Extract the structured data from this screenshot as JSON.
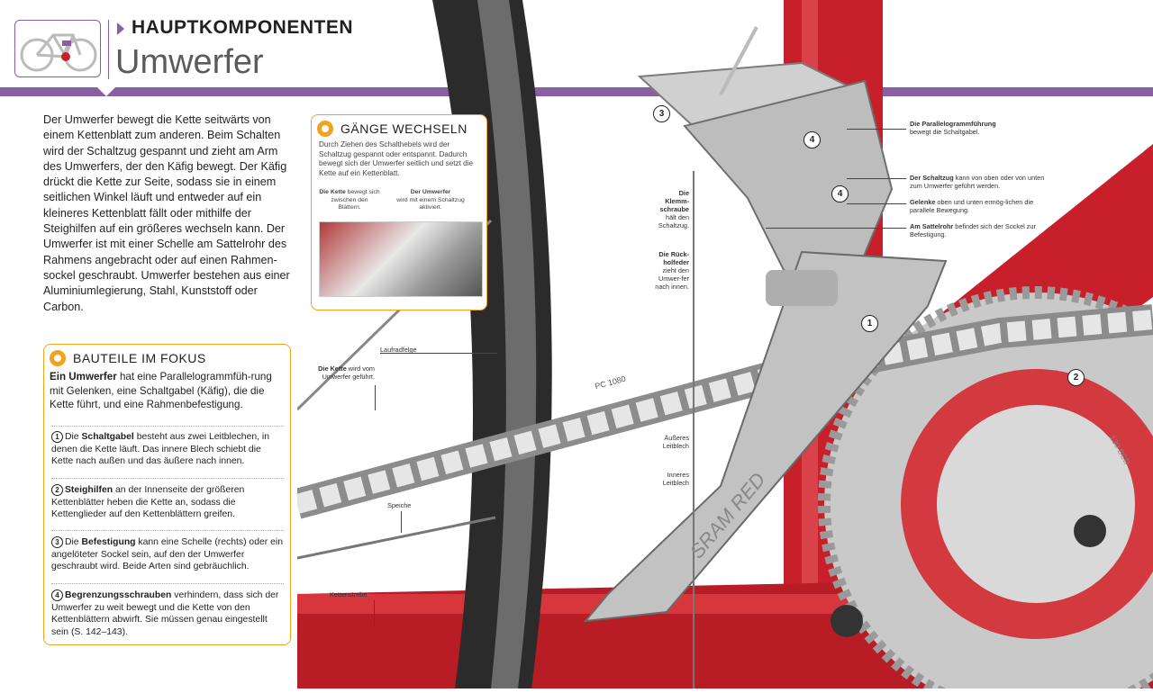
{
  "header": {
    "section_title": "HAUPTKOMPONENTEN",
    "page_title": "Umwerfer"
  },
  "intro": "Der Umwerfer bewegt die Kette seitwärts von einem Kettenblatt zum anderen. Beim Schalten wird der Schaltzug gespannt und zieht am Arm des Umwerfers, der den Käfig bewegt. Der Käfig drückt die Kette zur Seite, sodass sie in einem seitlichen Winkel läuft und entweder auf ein kleineres Kettenblatt fällt oder mithilfe der Steighilfen auf ein größeres wechseln kann. Der Umwerfer ist mit einer Schelle am Sattelrohr des Rahmens angebracht oder auf einen Rahmen-sockel geschraubt. Umwerfer bestehen aus einer Aluminiumlegierung, Stahl, Kunststoff oder Carbon.",
  "box_gaenge": {
    "title": "GÄNGE WECHSELN",
    "text": "Durch Ziehen des Schalthebels wird der Schaltzug gespannt oder entspannt. Dadurch bewegt sich der Umwerfer seitlich und setzt die Kette auf ein Kettenblatt.",
    "label_kette_bold": "Die Kette",
    "label_kette_rest": " bewegt sich zwischen den Blättern.",
    "label_umwerfer_bold": "Der Umwerfer",
    "label_umwerfer_rest": " wird mit einem Schaltzug aktiviert."
  },
  "box_bauteile": {
    "title": "BAUTEILE IM FOKUS",
    "lead_bold": "Ein Umwerfer",
    "lead_rest": " hat eine Parallelogrammfüh-rung mit Gelenken, eine Schaltgabel (Käfig), die die Kette führt, und eine Rahmenbefestigung.",
    "items": [
      {
        "num": "1",
        "bold": "Schaltgabel",
        "pre": "Die ",
        "rest": " besteht aus zwei Leitblechen, in denen die Kette läuft. Das innere Blech schiebt die Kette nach außen und das äußere nach innen."
      },
      {
        "num": "2",
        "bold": "Steighilfen",
        "pre": "",
        "rest": " an der Innenseite der größeren Kettenblätter heben die Kette an, sodass die Kettenglieder auf den Kettenblättern greifen."
      },
      {
        "num": "3",
        "bold": "Befestigung",
        "pre": "Die ",
        "rest": " kann eine Schelle (rechts) oder ein angelöteter Sockel sein, auf den der Umwerfer geschraubt wird. Beide Arten sind gebräuchlich."
      },
      {
        "num": "4",
        "bold": "Begrenzungsschrauben",
        "pre": "",
        "rest": " verhindern, dass sich der Umwerfer zu weit bewegt und die Kette von den Kettenblättern abwirft. Sie müssen genau eingestellt sein (S. 142–143)."
      }
    ]
  },
  "photo_labels": {
    "parallelogramm_bold": "Die Parallelogrammführung",
    "parallelogramm_rest": "bewegt die Schaltgabel.",
    "schaltzug_bold": "Der Schaltzug",
    "schaltzug_rest": " kann von oben oder von unten zum Umwerfer geführt werden.",
    "gelenke_bold": "Gelenke",
    "gelenke_rest": " oben und unten ermög-lichen die parallele Bewegung.",
    "sattelrohr_bold": "Am Sattelrohr",
    "sattelrohr_rest": " befindet sich der Sockel zur Befestigung.",
    "klemm_bold": "Die Klemm-schraube",
    "klemm_rest": "hält den Schaltzug.",
    "rueck_bold": "Die Rück-holfeder",
    "rueck_rest": "zieht den Umwer-fer nach innen.",
    "laufradfelge": "Laufradfelge",
    "kette_bold": "Die Kette",
    "kette_rest": " wird vom Umwerfer geführt.",
    "aeusseres": "Äußeres Leitblech",
    "inneres": "Inneres Leitblech",
    "speiche": "Speiche",
    "kettenstrebe": "Kettenstrebe",
    "brand": "SRAM RED",
    "chain_marking": "PC 1080",
    "bcd": "130 BCD"
  },
  "badges": [
    "1",
    "2",
    "3",
    "4",
    "4"
  ],
  "colors": {
    "accent": "#8b5ea3",
    "box_border": "#f2a21d",
    "frame_red": "#c8202a"
  }
}
